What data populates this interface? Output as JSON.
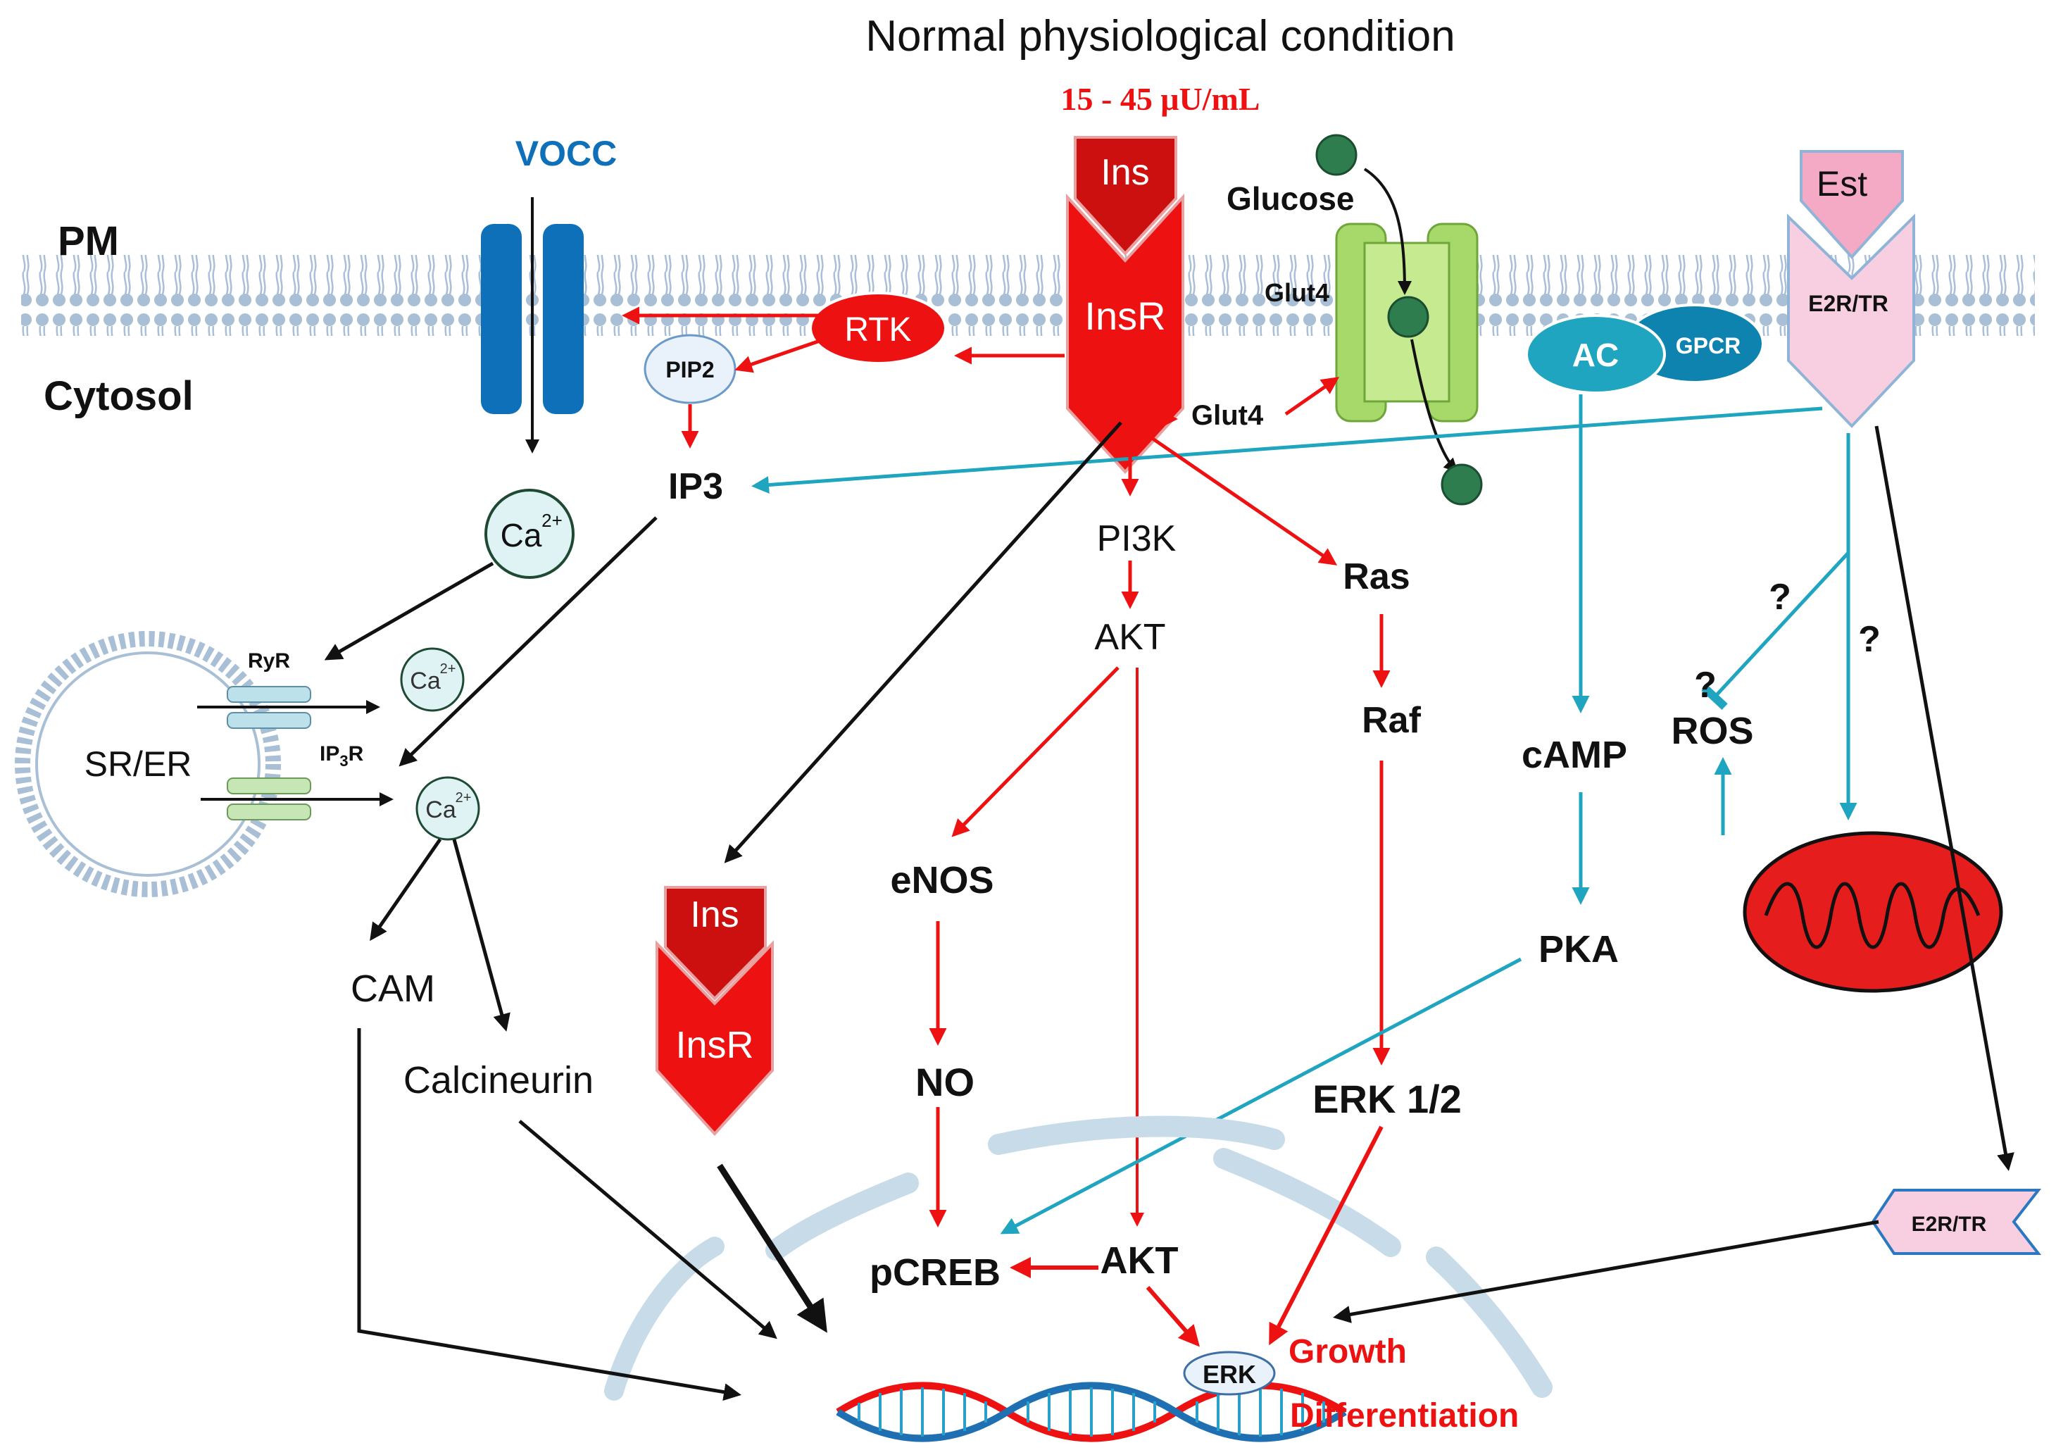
{
  "title": "Normal physiological condition",
  "concentration": "15 - 45 μU/mL",
  "labels": {
    "pm": "PM",
    "cytosol": "Cytosol",
    "vocc": "VOCC",
    "ins": "Ins",
    "insr": "InsR",
    "glucose": "Glucose",
    "glut4_membrane": "Glut4",
    "glut4_cyto": "Glut4",
    "est": "Est",
    "e2r_tr": "E2R/TR",
    "ac": "AC",
    "gpcr": "GPCR",
    "rtk": "RTK",
    "pip2": "PIP2",
    "ip3": "IP3",
    "ca": "Ca",
    "ca_sup": "2+",
    "ryr": "RyR",
    "ip3r_main": "IP",
    "ip3r_sub": "3",
    "ip3r_end": "R",
    "sr_er": "SR/ER",
    "pi3k": "PI3K",
    "akt": "AKT",
    "ras": "Ras",
    "raf": "Raf",
    "camp": "cAMP",
    "pka": "PKA",
    "ros": "ROS",
    "question": "?",
    "enos": "eNOS",
    "no": "NO",
    "erk12": "ERK 1/2",
    "cam": "CAM",
    "calcineurin": "Calcineurin",
    "pcreb": "pCREB",
    "akt_nuc": "AKT",
    "erk": "ERK",
    "growth": "Growth",
    "differentiation": "Differentiation",
    "e2r_tr_nuc": "E2R/TR"
  },
  "colors": {
    "red": "#ee1111",
    "teal": "#1fa5bf",
    "black": "#111111",
    "vocc_blue": "#0e70b8",
    "membrane": "#a9bfd6",
    "glut_green": "#a6d86a",
    "pink": "#f7cfe0"
  }
}
